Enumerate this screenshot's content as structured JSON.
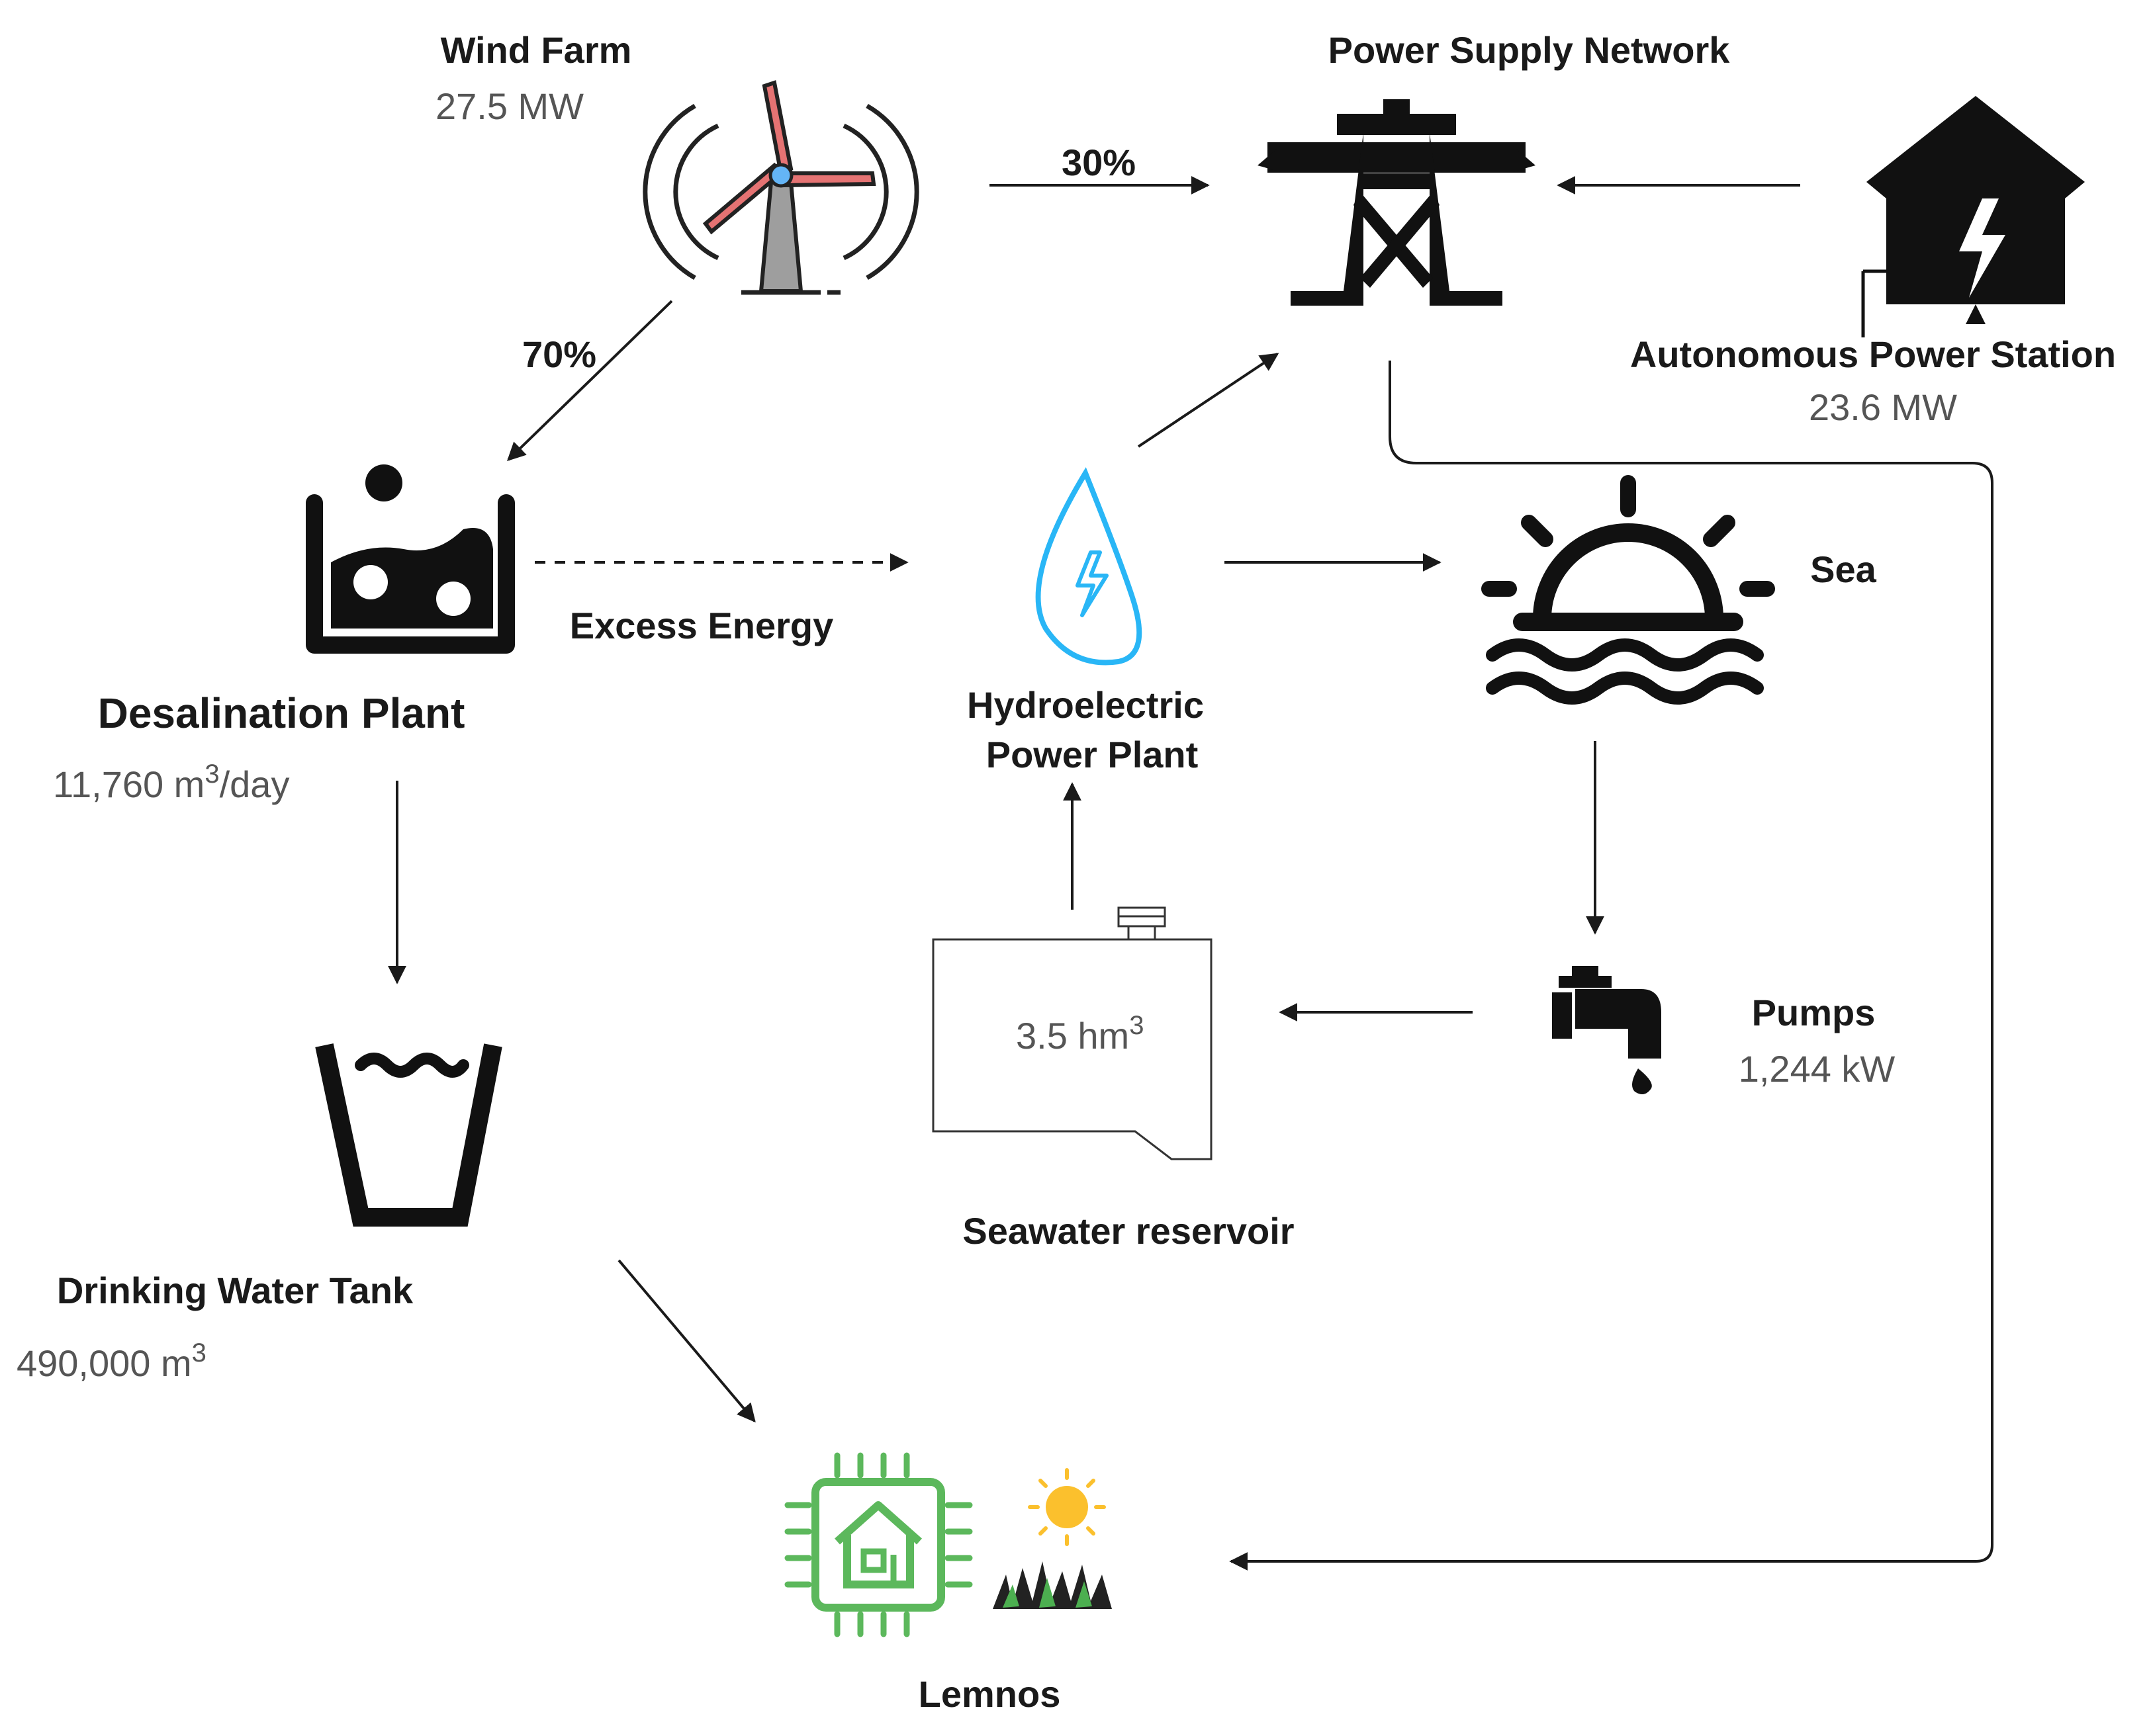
{
  "nodes": {
    "wind_farm": {
      "title": "Wind Farm",
      "value": "27.5 MW"
    },
    "power_network": {
      "title": "Power Supply Network"
    },
    "autonomous_station": {
      "title": "Autonomous Power Station",
      "value": "23.6 MW"
    },
    "desalination": {
      "title": "Desalination Plant",
      "value_main": "11,760 m",
      "value_sup": "3",
      "value_tail": "/day"
    },
    "hydro": {
      "title_line1": "Hydroelectric",
      "title_line2": "Power Plant"
    },
    "sea": {
      "title": "Sea"
    },
    "reservoir": {
      "title": "Seawater reservoir",
      "value_main": "3.5 hm",
      "value_sup": "3"
    },
    "pumps": {
      "title": "Pumps",
      "value": "1,244 kW"
    },
    "drinking_tank": {
      "title": "Drinking Water Tank",
      "value_main": "490,000 m",
      "value_sup": "3"
    },
    "lemnos": {
      "title": "Lemnos"
    }
  },
  "flows": {
    "wind_to_network_pct": "30%",
    "wind_to_desal_pct": "70%",
    "excess_energy": "Excess Energy"
  },
  "colors": {
    "turbine_blade": "#e57373",
    "turbine_hub": "#64b5f6",
    "hydro_drop": "#29b6f6",
    "lemnos_green": "#5cb85c",
    "sun_yellow": "#fbc02d",
    "icon_black": "#111111"
  }
}
